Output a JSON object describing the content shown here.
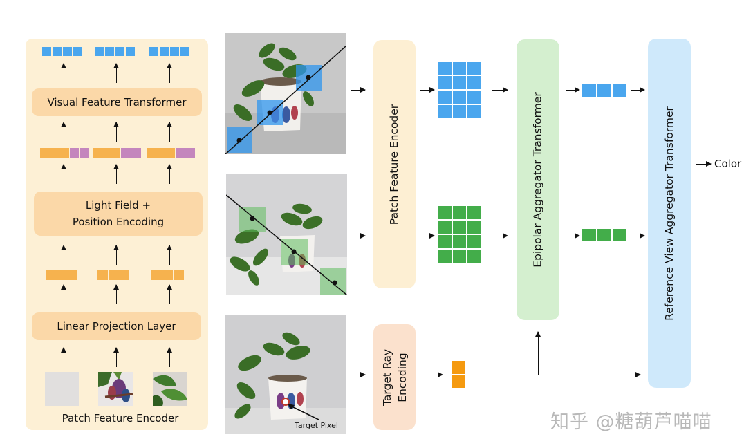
{
  "left_panel": {
    "visual_transformer_label": "Visual Feature Transformer",
    "light_field_line1": "Light Field +",
    "light_field_line2": "Position Encoding",
    "linear_projection_label": "Linear Projection Layer",
    "patch_encoder_caption": "Patch Feature Encoder"
  },
  "middle": {
    "patch_feature_encoder_label": "Patch Feature Encoder",
    "target_ray_line1": "Target Ray",
    "target_ray_line2": "Encoding",
    "target_pixel_label": "Target Pixel"
  },
  "right": {
    "epipolar_label": "Epipolar Aggregator Transformer",
    "reference_view_label": "Reference View Aggregator Transformer",
    "output_label": "Color"
  },
  "watermark": "知乎 @糖葫芦喵喵",
  "colors": {
    "panel_bg": "#fdf0d5",
    "pill": "#fbd8a8",
    "blue_token": "#4aa6ee",
    "green_token": "#43ad4a",
    "orange_token": "#f6b24e",
    "purple_token": "#c486bd",
    "epipolar_box": "#d4efcf",
    "reference_box": "#cfe9fb",
    "target_ray_box": "#fbe1cd",
    "patch_encoder_box": "#fdefd3"
  },
  "icons": [
    "arrow-up-icon",
    "arrow-right-icon",
    "epipolar-line-icon",
    "target-pixel-marker-icon"
  ]
}
